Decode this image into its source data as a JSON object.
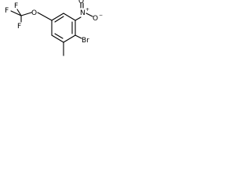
{
  "molecule": {
    "atoms": {
      "f_top_left": "F",
      "f_top_right": "F",
      "f_bottom": "F",
      "c_cf3": "",
      "o_ether": "O",
      "n_nitro": "N",
      "n_charge": "+",
      "o_nitro": "O",
      "o_charge": "−",
      "br": "Br"
    }
  }
}
